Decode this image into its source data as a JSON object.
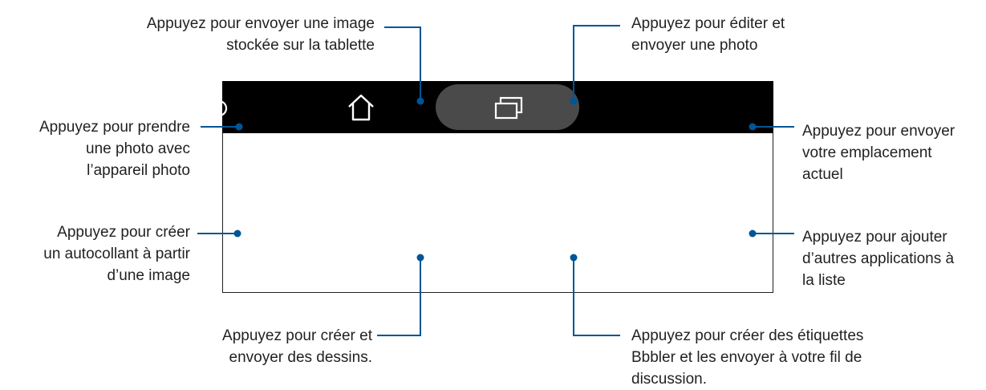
{
  "annotations": {
    "send_image": [
      "Appuyez pour envoyer une image",
      "stockée sur la tablette"
    ],
    "edit_photo": [
      "Appuyez pour éditer et",
      "envoyer une photo"
    ],
    "take_photo": [
      "Appuyez pour prendre",
      "une photo avec",
      "l’appareil photo"
    ],
    "send_location": [
      "Appuyez pour envoyer",
      "votre emplacement",
      "actuel"
    ],
    "create_sticker": [
      "Appuyez pour créer",
      "un autocollant à partir",
      "d’une image"
    ],
    "add_apps": [
      "Appuyez pour ajouter",
      "d’autres applications à",
      "la liste"
    ],
    "drawings": [
      "Appuyez pour créer et",
      "envoyer des dessins."
    ],
    "bbbler": [
      "Appuyez pour créer des étiquettes",
      "Bbbler et les envoyer à votre fil de",
      "discussion."
    ]
  },
  "navbar": {
    "icons": [
      "back-icon",
      "home-icon",
      "recents-icon"
    ],
    "background": "#000000",
    "pill_color": "#4a4a4a"
  },
  "colors": {
    "leader": "#005596",
    "text": "#231f20"
  }
}
